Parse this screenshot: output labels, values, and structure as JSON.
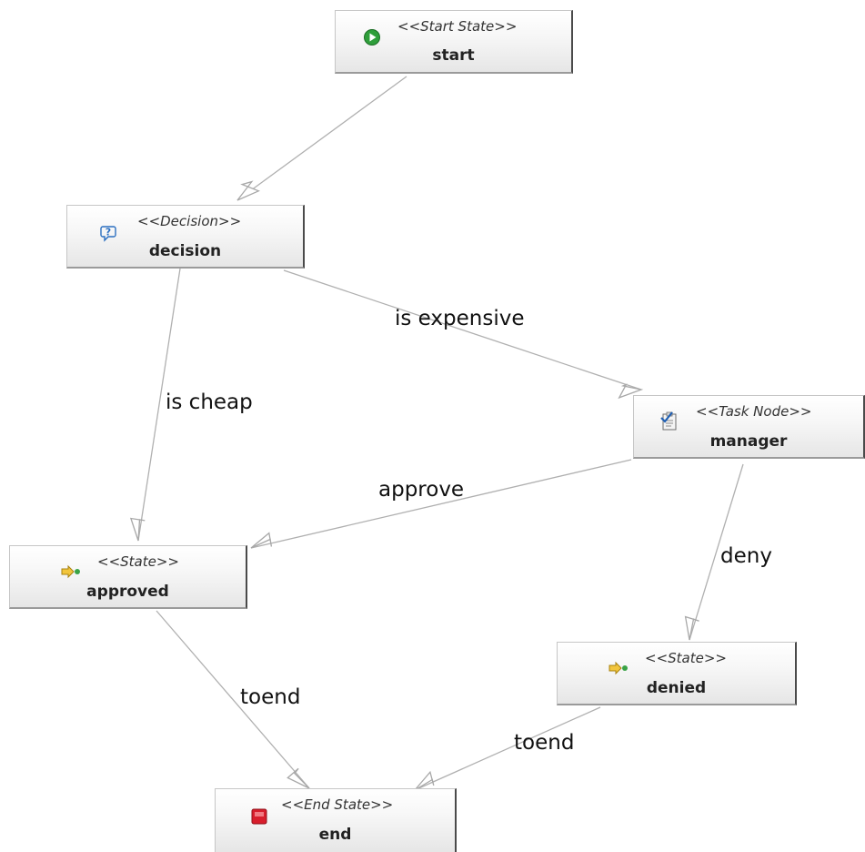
{
  "nodes": {
    "start": {
      "stereotype": "<<Start State>>",
      "name": "start",
      "icon": "start-icon"
    },
    "decision": {
      "stereotype": "<<Decision>>",
      "name": "decision",
      "icon": "decision-icon"
    },
    "manager": {
      "stereotype": "<<Task Node>>",
      "name": "manager",
      "icon": "task-node-icon"
    },
    "approved": {
      "stereotype": "<<State>>",
      "name": "approved",
      "icon": "state-icon"
    },
    "denied": {
      "stereotype": "<<State>>",
      "name": "denied",
      "icon": "state-icon"
    },
    "end": {
      "stereotype": "<<End State>>",
      "name": "end",
      "icon": "end-icon"
    }
  },
  "edges": [
    {
      "from": "start",
      "to": "decision",
      "label": ""
    },
    {
      "from": "decision",
      "to": "manager",
      "label": "is expensive"
    },
    {
      "from": "decision",
      "to": "approved",
      "label": "is cheap"
    },
    {
      "from": "manager",
      "to": "approved",
      "label": "approve"
    },
    {
      "from": "manager",
      "to": "denied",
      "label": "deny"
    },
    {
      "from": "approved",
      "to": "end",
      "label": "toend"
    },
    {
      "from": "denied",
      "to": "end",
      "label": "toend"
    }
  ],
  "colors": {
    "edge_line": "#b0b0b0",
    "start_icon": "#2e9e3a",
    "end_icon": "#d81e2c",
    "decision_icon": "#2b6fc0",
    "state_arrow": "#f2c53c",
    "state_dot": "#3aa347"
  }
}
